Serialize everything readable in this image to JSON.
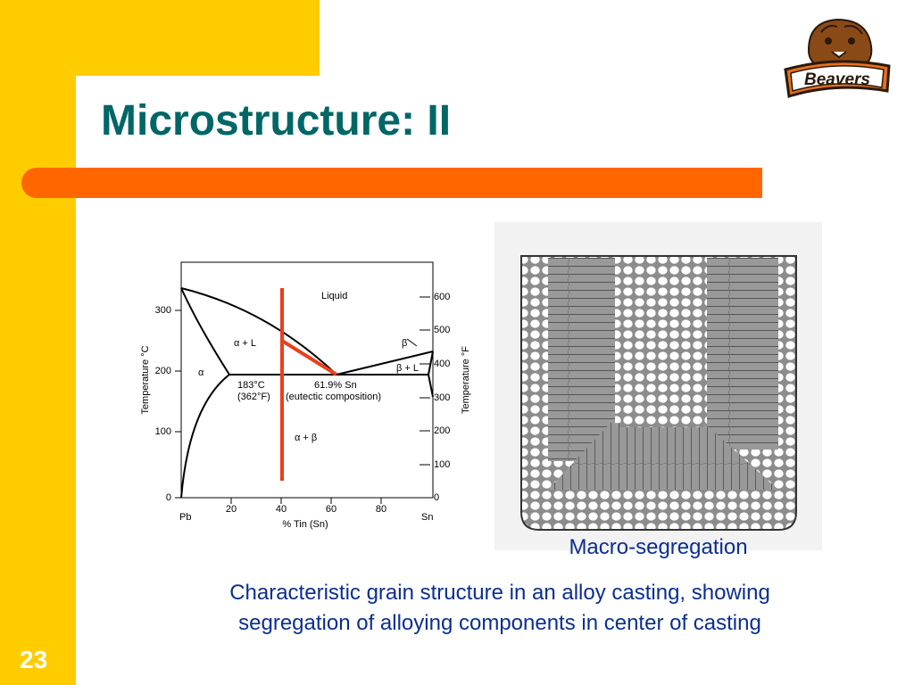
{
  "slide": {
    "title": "Microstructure: II",
    "page_number": "23",
    "logo_text": "Beavers",
    "colors": {
      "sidebar": "#FFCC00",
      "rule": "#FF6600",
      "title": "#006666",
      "caption": "#0B2F8F",
      "highlight": "#E8401C"
    }
  },
  "phase_diagram": {
    "ylabel_left": "Temperature °C",
    "ylabel_right": "Temperature °F",
    "xlabel": "% Tin (Sn)",
    "left_ticks": [
      "0",
      "100",
      "200",
      "300"
    ],
    "right_ticks": [
      "0",
      "100",
      "200",
      "300",
      "400",
      "500",
      "600"
    ],
    "x_ticks": [
      "Pb",
      "20",
      "40",
      "60",
      "80",
      "Sn"
    ],
    "labels": {
      "liquid": "Liquid",
      "alpha_l": "α + L",
      "beta": "β",
      "beta_l": "β + L",
      "alpha": "α",
      "alpha_beta": "α + β",
      "temp_c": "183°C",
      "temp_f": "(362°F)",
      "composition": "61.9% Sn",
      "eutectic": "(eutectic composition)"
    }
  },
  "captions": {
    "image_label": "Macro-segregation",
    "line1": "Characteristic grain structure in an alloy casting, showing",
    "line2": "segregation of alloying components in center of casting"
  }
}
